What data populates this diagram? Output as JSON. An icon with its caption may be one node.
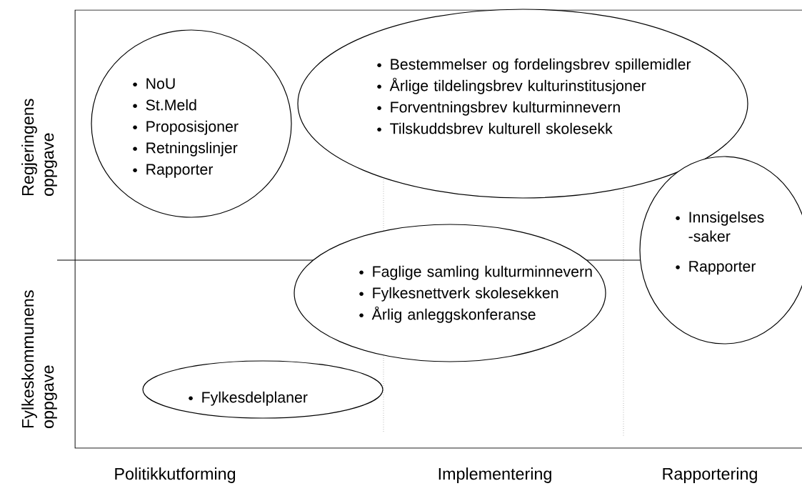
{
  "diagram": {
    "nodes": [
      {
        "text": [
          "NoU",
          "St.Meld",
          "Proposisjoner",
          "Retningslinjer",
          "Rapporter"
        ]
      },
      {
        "text": [
          "Bestemmelser og fordelingsbrev spillemidler",
          "Årlige tildelingsbrev kulturinstitusjoner",
          "Forventningsbrev kulturminnevern",
          "Tilskuddsbrev kulturell skolesekk"
        ]
      },
      {
        "text": [
          "Faglige samling kulturminnevern",
          "Fylkesnettverk skolesekken",
          "Årlig anleggskonferanse"
        ]
      },
      {
        "text": [
          "Innsigelses -saker",
          "Rapporter"
        ]
      },
      {
        "text": [
          "Fylkesdelplaner"
        ]
      }
    ],
    "labels": [
      "Regjeringens oppgave",
      "Fylkeskommunens oppgave",
      "Politikkutforming",
      "Implementering",
      "Rapportering"
    ]
  }
}
